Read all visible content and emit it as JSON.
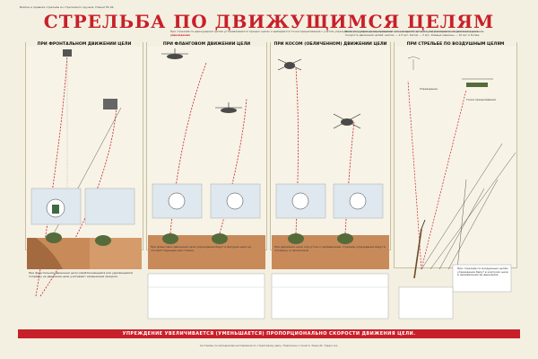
{
  "header": {
    "note": "Войска и правила стрельбы из стрелкового оружия. Плакат № 26.",
    "title": "СТРЕЛЬБА ПО ДВИЖУЩИМСЯ ЦЕЛЯМ"
  },
  "intro": {
    "left_text": "При стрельбе по движущимся целям устанавливается прицел, целик и выбирается точка прицеливания с учетом упреждения (поправки на перемещение цели за время полета пули) и направления движения цели.",
    "left_keyword": "упреждения",
    "right_text": "Величину упреждения принимают по дальности до цели, направлению и скорости ее движения. Скорость движения целей: шагом — 1,5 м/с, бегом — 3 м/с, боевые машины — 10 м/с и более."
  },
  "panels": [
    {
      "title": "ПРИ ФРОНТАЛЬНОМ ДВИЖЕНИИ ЦЕЛИ"
    },
    {
      "title": "ПРИ ФЛАНГОВОМ ДВИЖЕНИИ ЦЕЛИ"
    },
    {
      "title": "ПРИ КОСОМ (ОБЛИЧЕННОМ) ДВИЖЕНИИ ЦЕЛИ"
    },
    {
      "title": "ПРИ СТРЕЛЬБЕ ПО ВОЗДУШНЫМ ЦЕЛЯМ"
    }
  ],
  "labels": {
    "front_text": "При фронтальном движении цели (приближающейся или удаляющейся) поправку на движение цели учитывают изменением прицела.",
    "flank_text": "При фланговом движении цели упреждение берут в фигурах цели на соответствующем расстоянии.",
    "oblique_text": "При движении цели под углом к направлению стрельбы упреждение берут в половину от фланговой.",
    "air_text": "При стрельбе по воздушным целям упреждение берут в корпусах цели в направлении ее движения.",
    "air_label_1": "Упреждение",
    "air_label_2": "Точка прицеливания"
  },
  "footer": {
    "band": "УПРЕЖДЕНИЕ УВЕЛИЧИВАЕТСЯ (УМЕНЬШАЕТСЯ) ПРОПОРЦИОНАЛЬНО СКОРОСТИ ДВИЖЕНИЯ ЦЕЛИ.",
    "imprint": "Составлен по материалам наставления по стрелковому делу. Подписано к печати. Заказ №. Тираж экз."
  },
  "colors": {
    "accent": "#c8202a",
    "paper": "#f4f0e1",
    "sand": "#c98a5a",
    "sky": "#dfe8ef"
  }
}
